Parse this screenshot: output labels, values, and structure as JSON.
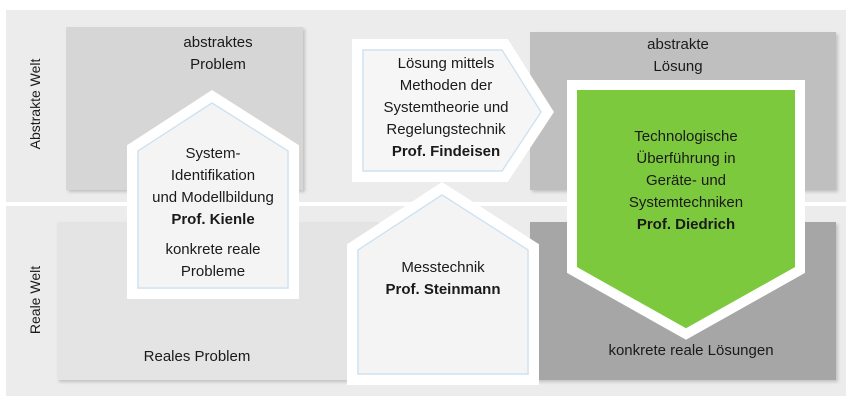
{
  "rows": {
    "top_label": "Abstrakte Welt",
    "bottom_label": "Reale Welt"
  },
  "boxes": {
    "abstract_problem": [
      "abstraktes",
      "Problem"
    ],
    "abstract_solution": [
      "abstrakte",
      "Lösung"
    ],
    "real_problem": "Reales Problem",
    "real_solution": "konkrete reale Lösungen"
  },
  "arrows": {
    "identification": {
      "lines": [
        "System-",
        "Identifikation",
        "und Modellbildung"
      ],
      "professor": "Prof. Kienle",
      "sub_lines": [
        "konkrete reale",
        "Probleme"
      ]
    },
    "theory": {
      "lines": [
        "Lösung mittels",
        "Methoden der",
        "Systemtheorie und",
        "Regelungstechnik"
      ],
      "professor": "Prof. Findeisen"
    },
    "measurement": {
      "lines": [
        "Messtechnik"
      ],
      "professor": "Prof. Steinmann"
    },
    "transfer": {
      "lines": [
        "Technologische",
        "Überführung in",
        "Geräte- und",
        "Systemtechniken"
      ],
      "professor": "Prof. Diedrich",
      "color": "#7dc93e"
    }
  }
}
